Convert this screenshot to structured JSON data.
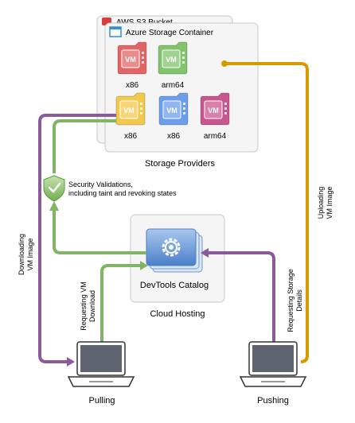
{
  "storage": {
    "aws_label": "AWS S3 Bucket",
    "azure_label": "Azure Storage Container",
    "providers_label": "Storage Providers",
    "vm_badge": "VM",
    "vm_images": [
      {
        "arch": "x86",
        "color": "#e06666"
      },
      {
        "arch": "arm64",
        "color": "#82c36e"
      },
      {
        "arch": "x86",
        "color": "#f3c94b"
      },
      {
        "arch": "x86",
        "color": "#6d9eeb"
      },
      {
        "arch": "arm64",
        "color": "#c7578e"
      }
    ]
  },
  "security": {
    "line1": "Security Validations,",
    "line2": "including taint and revoking states"
  },
  "catalog": {
    "title": "DevTools Catalog",
    "hosting_label": "Cloud Hosting"
  },
  "flows": {
    "downloading_1": "Downloading",
    "downloading_2": "VM Image",
    "requesting_dl_1": "Requesting VM",
    "requesting_dl_2": "Download",
    "uploading_1": "Uploading",
    "uploading_2": "VM Image",
    "requesting_st_1": "Requesting Storage",
    "requesting_st_2": "Details"
  },
  "clients": {
    "pulling": "Pulling",
    "pushing": "Pushing"
  },
  "colors": {
    "purple": "#8b5a9b",
    "green": "#82b366",
    "orange": "#d79b00"
  }
}
